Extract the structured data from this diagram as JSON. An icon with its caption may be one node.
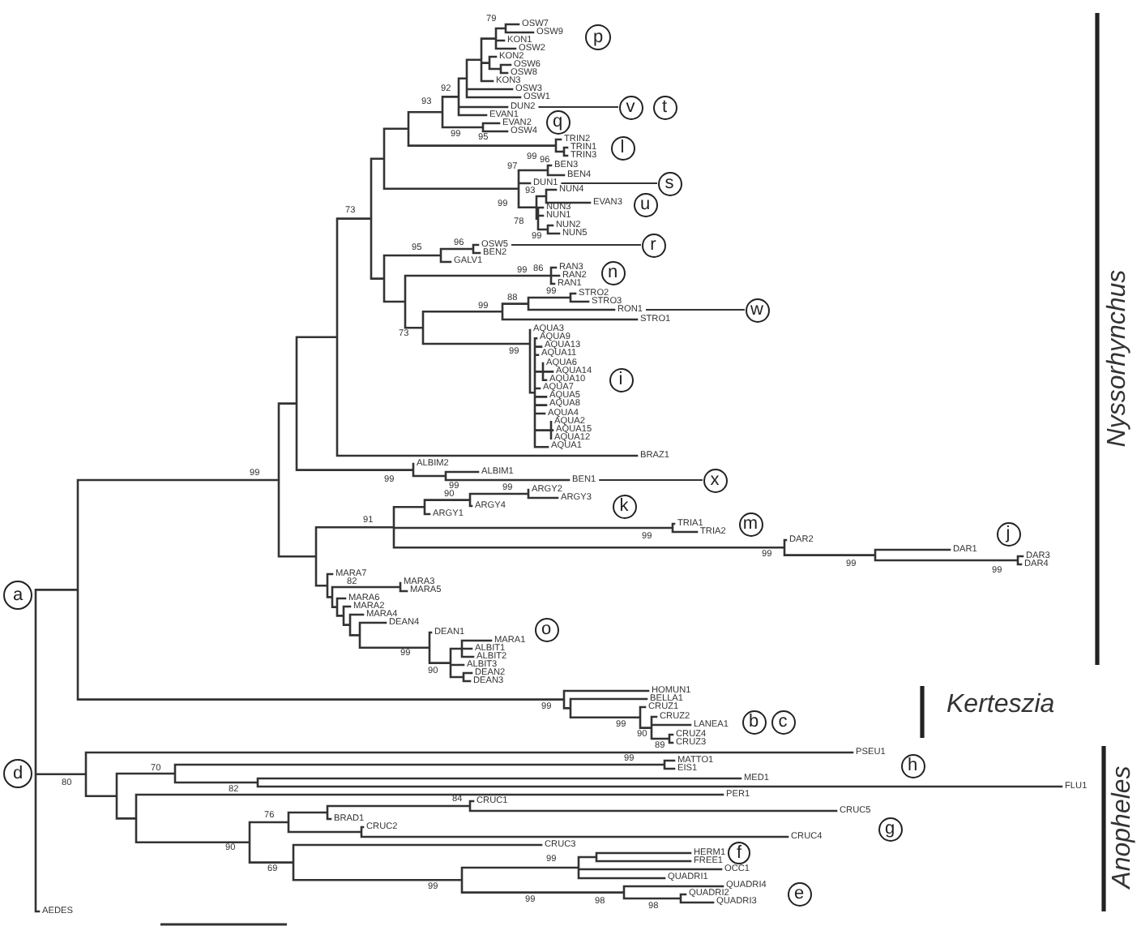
{
  "diagram": {
    "nodes": [
      {
        "text": [
          "p"
        ]
      },
      {
        "text": [
          "DUN2"
        ]
      },
      {
        "text": [
          "v"
        ]
      },
      {
        "text": [
          "t"
        ]
      },
      {
        "text": [
          "q"
        ]
      },
      {
        "text": [
          "l"
        ]
      },
      {
        "text": [
          "DUN1"
        ]
      },
      {
        "text": [
          "s"
        ]
      },
      {
        "text": [
          "u"
        ]
      },
      {
        "text": [
          "OSW5"
        ]
      },
      {
        "text": [
          "r"
        ]
      },
      {
        "text": [
          "n"
        ]
      },
      {
        "text": [
          "RON1"
        ]
      },
      {
        "text": [
          "w"
        ]
      },
      {
        "text": [
          "i"
        ]
      },
      {
        "text": [
          "BEN1"
        ]
      },
      {
        "text": [
          "x"
        ]
      },
      {
        "text": [
          "k"
        ]
      },
      {
        "text": [
          "m"
        ]
      },
      {
        "text": [
          "j"
        ]
      },
      {
        "text": [
          "a"
        ]
      },
      {
        "text": [
          "o"
        ]
      },
      {
        "text": [
          "b"
        ]
      },
      {
        "text": [
          "c"
        ]
      },
      {
        "text": [
          "h"
        ]
      },
      {
        "text": [
          "d"
        ]
      },
      {
        "text": [
          "g"
        ]
      },
      {
        "text": [
          "f"
        ]
      },
      {
        "text": [
          "e"
        ]
      }
    ],
    "edges": [
      {
        "from": 1,
        "to": 2,
        "arrow": "none"
      },
      {
        "from": 6,
        "to": 7,
        "arrow": "none"
      },
      {
        "from": 9,
        "to": 10,
        "arrow": "none"
      },
      {
        "from": 12,
        "to": 13,
        "arrow": "none"
      },
      {
        "from": 15,
        "to": 16,
        "arrow": "none"
      }
    ],
    "labels": [
      "79",
      "OSW7",
      "OSW9",
      "KON1",
      "OSW2",
      "KON2",
      "OSW6",
      "OSW8",
      "KON3",
      "92",
      "OSW3",
      "OSW1",
      "93",
      "EVAN1",
      "EVAN2",
      "99",
      "OSW4",
      "95",
      "TRIN2",
      "TRIN1",
      "TRIN3",
      "99",
      "96",
      "BEN3",
      "Nyssorhynchus",
      "97",
      "73",
      "BEN4",
      "NUN4",
      "93",
      "EVAN3",
      "99",
      "NUN3",
      "NUN1",
      "78",
      "NUN2",
      "NUN5",
      "99",
      "96",
      "BEN2",
      "95",
      "GALV1",
      "RAN3",
      "86",
      "RAN2",
      "99",
      "RAN1",
      "STRO2",
      "99",
      "STRO3",
      "88",
      "99",
      "STRO1",
      "AQUA3",
      "73",
      "AQUA9",
      "AQUA13",
      "99",
      "AQUA11",
      "AQUA6",
      "AQUA14",
      "AQUA10",
      "AQUA7",
      "AQUA5",
      "AQUA8",
      "AQUA4",
      "AQUA2",
      "AQUA15",
      "AQUA12",
      "AQUA1",
      "BRAZ1",
      "ALBIM2",
      "ALBIM1",
      "99",
      "99",
      "99",
      "ARGY2",
      "99",
      "90",
      "ARGY3",
      "ARGY4",
      "ARGY1",
      "91",
      "TRIA1",
      "TRIA2",
      "99",
      "DAR2",
      "DAR1",
      "99",
      "DAR3",
      "DAR4",
      "99",
      "99",
      "MARA7",
      "82",
      "MARA3",
      "MARA5",
      "MARA6",
      "MARA2",
      "MARA4",
      "DEAN4",
      "DEAN1",
      "MARA1",
      "ALBIT1",
      "99",
      "ALBIT2",
      "ALBIT3",
      "90",
      "DEAN2",
      "DEAN3",
      "HOMUN1",
      "BELLA1",
      "Kerteszia",
      "99",
      "CRUZ1",
      "CRUZ2",
      "99",
      "LANEA1",
      "90",
      "CRUZ4",
      "CRUZ3",
      "89",
      "PSEU1",
      "MATTO1",
      "99",
      "EIS1",
      "70",
      "MED1",
      "80",
      "FLU1",
      "82",
      "PER1",
      "84",
      "CRUC1",
      "CRUC5",
      "76",
      "BRAD1",
      "Anopheles",
      "CRUC2",
      "CRUC4",
      "CRUC3",
      "90",
      "HERM1",
      "FREE1",
      "99",
      "OCC1",
      "69",
      "QUADRI1",
      "99",
      "QUADRI4",
      "99",
      "QUADRI2",
      "98",
      "QUADRI3",
      "98",
      "AEDES"
    ]
  }
}
